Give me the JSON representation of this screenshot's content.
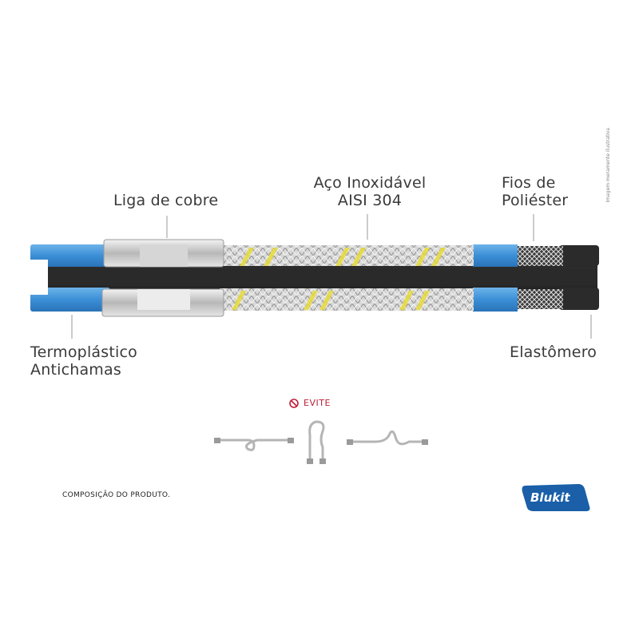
{
  "labels": {
    "liga": [
      "Liga de cobre"
    ],
    "aco": [
      "Aço Inoxidável",
      "AISI 304"
    ],
    "fios": [
      "Fios de",
      "Poliéster"
    ],
    "termo": [
      "Termoplástico",
      "Antichamas"
    ],
    "elast": [
      "Elastômero"
    ]
  },
  "side_note": "Imagem meramente ilustrativa",
  "evite": "EVITE",
  "composicao": "COMPOSIÇÃO DO PRODUTO.",
  "logo": "Blukit",
  "colors": {
    "outer_blue": "#3b8fd6",
    "inner_black": "#2b2b2b",
    "accent_yellow": "#e8dc3a",
    "warning_red": "#c0203a",
    "logo_blue": "#1a5fa8"
  }
}
